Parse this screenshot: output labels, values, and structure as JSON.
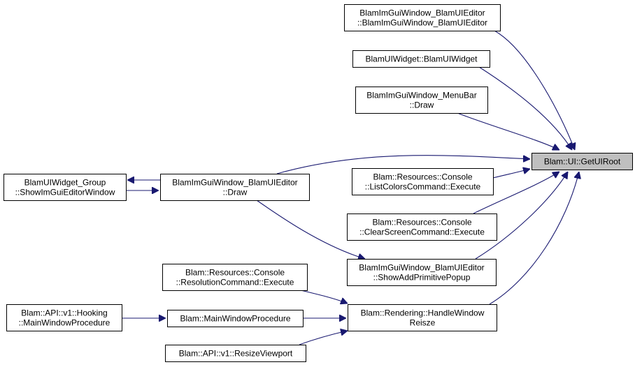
{
  "diagram": {
    "nodes": [
      {
        "id": "root",
        "lines": [
          "Blam::UI::GetUIRoot"
        ],
        "root": true
      },
      {
        "id": "ctor_editor",
        "lines": [
          "BlamImGuiWindow_BlamUIEditor",
          "::BlamImGuiWindow_BlamUIEditor"
        ]
      },
      {
        "id": "ctor_widget",
        "lines": [
          "BlamUIWidget::BlamUIWidget"
        ]
      },
      {
        "id": "menubar_draw",
        "lines": [
          "BlamImGuiWindow_MenuBar",
          "::Draw"
        ]
      },
      {
        "id": "editor_draw",
        "lines": [
          "BlamImGuiWindow_BlamUIEditor",
          "::Draw"
        ]
      },
      {
        "id": "widget_group",
        "lines": [
          "BlamUIWidget_Group",
          "::ShowImGuiEditorWindow"
        ]
      },
      {
        "id": "listcolors",
        "lines": [
          "Blam::Resources::Console",
          "::ListColorsCommand::Execute"
        ]
      },
      {
        "id": "clearscreen",
        "lines": [
          "Blam::Resources::Console",
          "::ClearScreenCommand::Execute"
        ]
      },
      {
        "id": "addprimitive",
        "lines": [
          "BlamImGuiWindow_BlamUIEditor",
          "::ShowAddPrimitivePopup"
        ]
      },
      {
        "id": "handleresize",
        "lines": [
          "Blam::Rendering::HandleWindow",
          "Reisze"
        ]
      },
      {
        "id": "resolution",
        "lines": [
          "Blam::Resources::Console",
          "::ResolutionCommand::Execute"
        ]
      },
      {
        "id": "mainwndproc",
        "lines": [
          "Blam::MainWindowProcedure"
        ]
      },
      {
        "id": "api_hooking",
        "lines": [
          "Blam::API::v1::Hooking",
          "::MainWindowProcedure"
        ]
      },
      {
        "id": "resizeviewport",
        "lines": [
          "Blam::API::v1::ResizeViewport"
        ]
      }
    ],
    "edges": [
      {
        "from": "ctor_editor",
        "to": "root"
      },
      {
        "from": "ctor_widget",
        "to": "root"
      },
      {
        "from": "menubar_draw",
        "to": "root"
      },
      {
        "from": "editor_draw",
        "to": "root"
      },
      {
        "from": "listcolors",
        "to": "root"
      },
      {
        "from": "clearscreen",
        "to": "root"
      },
      {
        "from": "addprimitive",
        "to": "root"
      },
      {
        "from": "handleresize",
        "to": "root"
      },
      {
        "from": "widget_group",
        "to": "editor_draw"
      },
      {
        "from": "editor_draw",
        "to": "widget_group"
      },
      {
        "from": "editor_draw",
        "to": "addprimitive"
      },
      {
        "from": "resolution",
        "to": "handleresize"
      },
      {
        "from": "mainwndproc",
        "to": "handleresize"
      },
      {
        "from": "resizeviewport",
        "to": "handleresize"
      },
      {
        "from": "api_hooking",
        "to": "mainwndproc"
      }
    ]
  }
}
